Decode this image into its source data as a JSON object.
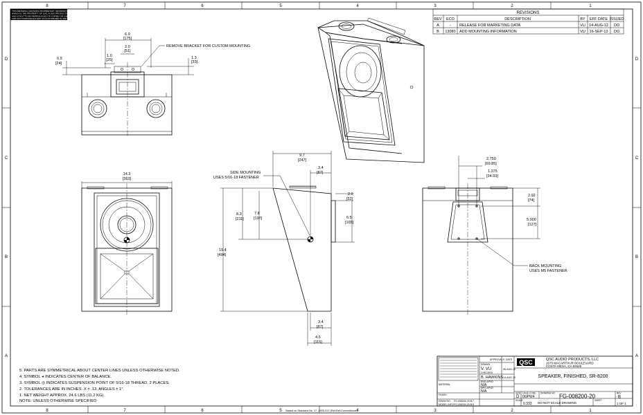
{
  "zones": {
    "top": [
      "8",
      "7",
      "6",
      "5",
      "4",
      "3",
      "2",
      "1"
    ],
    "bottom": [
      "8",
      "7",
      "6",
      "5",
      "4",
      "3",
      "2",
      "1"
    ],
    "left": [
      "D",
      "C",
      "B",
      "A"
    ],
    "right": [
      "D",
      "C",
      "B",
      "A"
    ]
  },
  "proprietary_notice": [
    "THIS DRAWING CONTAINS PROPRIETARY INFORMATION",
    "WHICH IS THE PROPERTY OF QSC AUDIO PRODUCTS LLC",
    "AND IS NOT TO BE REPRODUCED OR COPIED OR USED",
    "FOR ANY PURPOSE EXCEPT AS AUTHORIZED IN WRITING"
  ],
  "revisions": {
    "title": "REVISIONS",
    "headers": [
      "REV",
      "ECO",
      "DESCRIPTION",
      "BY",
      "EFF DATE",
      "ISSUED"
    ],
    "rows": [
      [
        "A",
        "-",
        "RELEASE FOR MARKETING DATA",
        "VU",
        "14-AUG-12",
        "DO"
      ],
      [
        "B",
        "13080",
        "ADD MOUNTING INFORMATION",
        "VU",
        "16-SEP-13",
        "DO"
      ]
    ]
  },
  "front_top_dims": {
    "d69": "6.9",
    "d69m": "[175]",
    "d20": "2.0",
    "d20m": "[51]",
    "d10": "1.0",
    "d10m": "[25]",
    "d09": "0.9",
    "d09m": "[24]",
    "d13": "1.3",
    "d13m": "[33]",
    "remove_bracket": "REMOVE BRACKET FOR CUSTOM MOUNTING"
  },
  "front_dims": {
    "width": "14.3",
    "width_m": "[363]",
    "height": "19.4",
    "height_m": "[494]"
  },
  "side_dims": {
    "d97": "9.7",
    "d97m": "[247]",
    "d34t": "3.4",
    "d34tm": "[87]",
    "d20": "2.0",
    "d20m": "[52]",
    "d65": "6.5",
    "d65m": "[165]",
    "d83": "8.3",
    "d83m": "[211]",
    "d78": "7.8",
    "d78m": "[197]",
    "d34b": "3.4",
    "d34bm": "[87]",
    "d45": "4.5",
    "d45m": "[115]",
    "mount1": "SIDE MOUNTING",
    "mount2": "USES 5/16-18 FASTENER"
  },
  "rear_dims": {
    "d2750": "2.750",
    "d2750m": "[69.85]",
    "d1375": "1.375",
    "d1375m": "[34.93]",
    "d292": "2.92",
    "d292m": "[74]",
    "d5000": "5.000",
    "d5000m": "[127]",
    "mount1": "BACK MOUNTING",
    "mount2": "USES M5 FASTENER"
  },
  "notes": [
    "5. PARTS ARE SYMMETRICAL ABOUT CENTER LINES UNLESS OTHERWISE NOTED.",
    "4. SYMBOL ◕ INDICATES CENTER OF BALANCE.",
    "3. SYMBOL ◎ INDICATES SUSPENSION POINT OF 5/16-18 THREAD, 2 PLACES.",
    "2. TOLERANCES ARE IN INCHES .X ± .13, ANGLES ± 1°.",
    "1. NET WEIGHT APPROX. 24.6 LBS (11.2 KG).",
    "NOTE:  UNLESS OTHERWISE SPECIFIED"
  ],
  "title_block": {
    "logo": "QSC",
    "company1": "QSC AUDIO PRODUCTS, LLC",
    "company2": "1675 MACARTHUR BOULEVARD",
    "company3": "COSTA MESA, CA  92626",
    "title": "SPEAKER, FINISHED, SR-8200",
    "drawn_label": "DRAWN",
    "drawn": "V. VU",
    "drawn_date": "06-AUG-12",
    "checked_label": "CHECKED",
    "checked": "B. HAWKINS",
    "checked_date": "14-AUG-12",
    "eng_label": "ENG APVD",
    "eng": "N/A",
    "mfg_label": "MFG APVD",
    "mfg": "N/A",
    "approvals": "APPROVALS",
    "date": "DATE",
    "size_label": "SIZE",
    "size": "D",
    "cage_label": "CAGE CODE",
    "cage": "0GPW4",
    "dwg_label": "DRAWING NO.",
    "dwg": "FG-008200-20",
    "rev_label": "REV",
    "rev": "B",
    "scale_label": "SCALE",
    "scale": "0.333",
    "dns": "DO NOT SCALE DRAWING",
    "sheet_label": "SHEET",
    "sheet": "1 OF 1",
    "material": "MATERIAL",
    "finish": "FINISH",
    "draw_no1_label": "DRAW NO",
    "draw_no1": "FG-008200-20.B.7",
    "model_label": "MODEL INFO",
    "model": "FG-008200-20.B.8"
  },
  "footer": "Based on Standard No. 17 -2005-017 (Ref-Ref-Conventional)"
}
